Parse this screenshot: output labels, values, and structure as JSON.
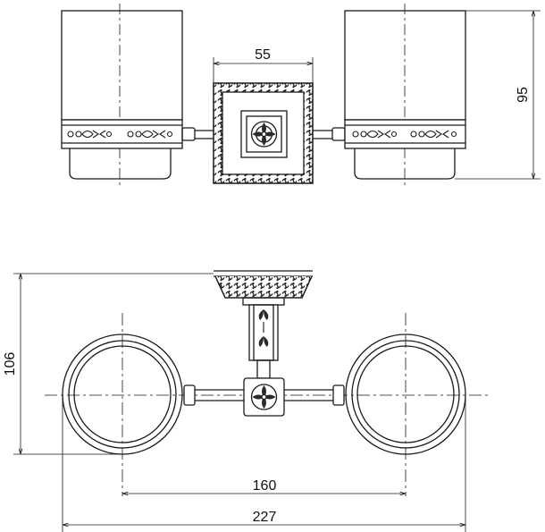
{
  "drawing": {
    "front_view": {
      "dim_center_width": "55",
      "dim_height": "95"
    },
    "top_view": {
      "dim_depth": "106",
      "dim_cup_spacing": "160",
      "dim_total_width": "227"
    }
  },
  "colors": {
    "line": "#1a1a1a",
    "ornament": "#2a2a2a",
    "background": "#ffffff"
  }
}
